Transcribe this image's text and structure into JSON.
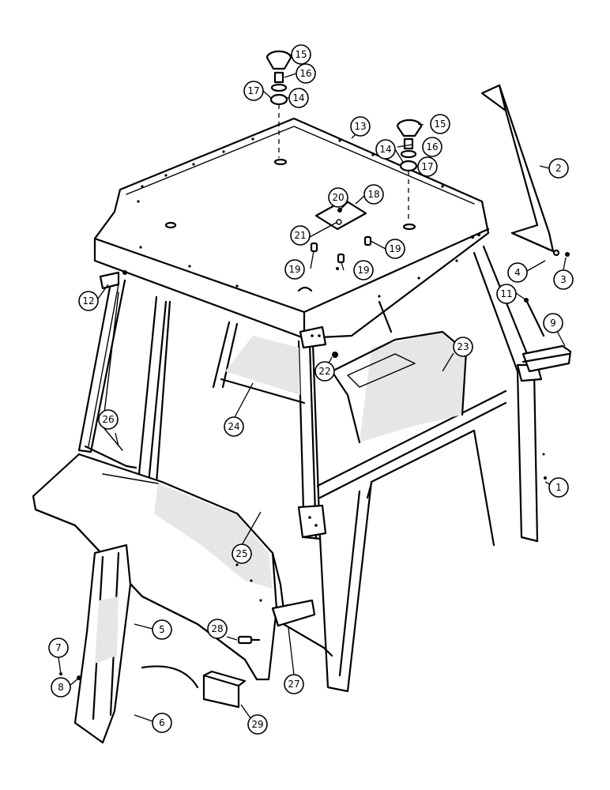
{
  "diagram": {
    "callouts": [
      {
        "label": "1"
      },
      {
        "label": "2"
      },
      {
        "label": "3"
      },
      {
        "label": "4"
      },
      {
        "label": "5"
      },
      {
        "label": "6"
      },
      {
        "label": "7"
      },
      {
        "label": "8"
      },
      {
        "label": "9"
      },
      {
        "label": "11"
      },
      {
        "label": "12"
      },
      {
        "label": "13"
      },
      {
        "label": "14"
      },
      {
        "label": "14"
      },
      {
        "label": "15"
      },
      {
        "label": "15"
      },
      {
        "label": "16"
      },
      {
        "label": "16"
      },
      {
        "label": "17"
      },
      {
        "label": "17"
      },
      {
        "label": "18"
      },
      {
        "label": "19"
      },
      {
        "label": "19"
      },
      {
        "label": "19"
      },
      {
        "label": "20"
      },
      {
        "label": "21"
      },
      {
        "label": "22"
      },
      {
        "label": "23"
      },
      {
        "label": "24"
      },
      {
        "label": "25"
      },
      {
        "label": "26"
      },
      {
        "label": "27"
      },
      {
        "label": "28"
      },
      {
        "label": "29"
      }
    ]
  }
}
